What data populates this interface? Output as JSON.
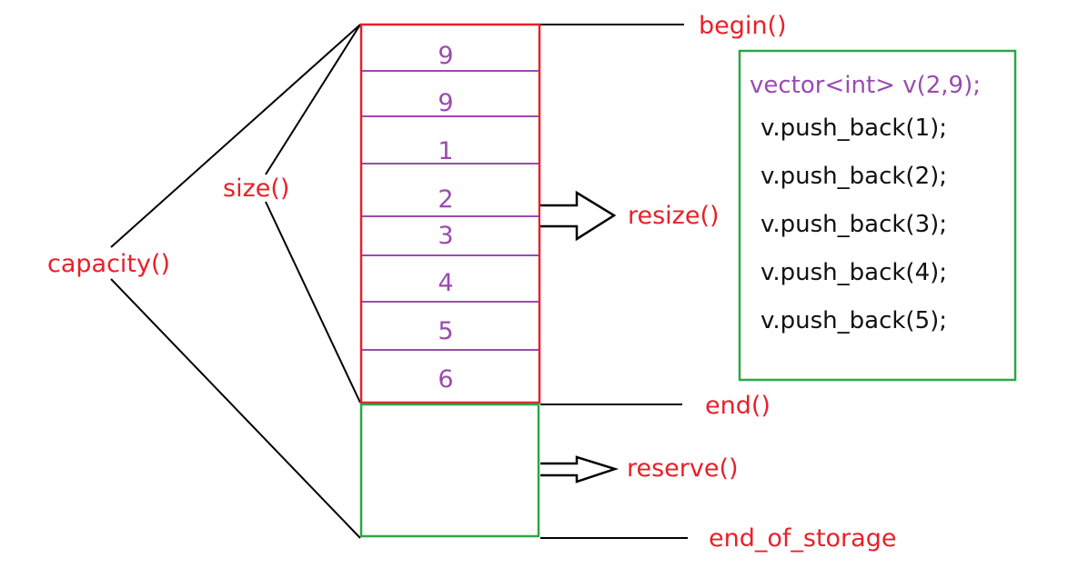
{
  "labels": {
    "begin": "begin()",
    "end": "end()",
    "end_of_storage": "end_of_storage",
    "size": "size()",
    "capacity": "capacity()",
    "resize": "resize()",
    "reserve": "reserve()"
  },
  "cells": [
    "9",
    "9",
    "1",
    "2",
    "3",
    "4",
    "5",
    "6"
  ],
  "code": {
    "declaration": "vector<int> v(2,9);",
    "lines": [
      "v.push_back(1);",
      "v.push_back(2);",
      "v.push_back(3);",
      "v.push_back(4);",
      "v.push_back(5);"
    ]
  },
  "colors": {
    "label_red": "#e8202a",
    "cell_purple": "#9a4bb0",
    "box_green": "#2aa845",
    "line_black": "#000000"
  }
}
